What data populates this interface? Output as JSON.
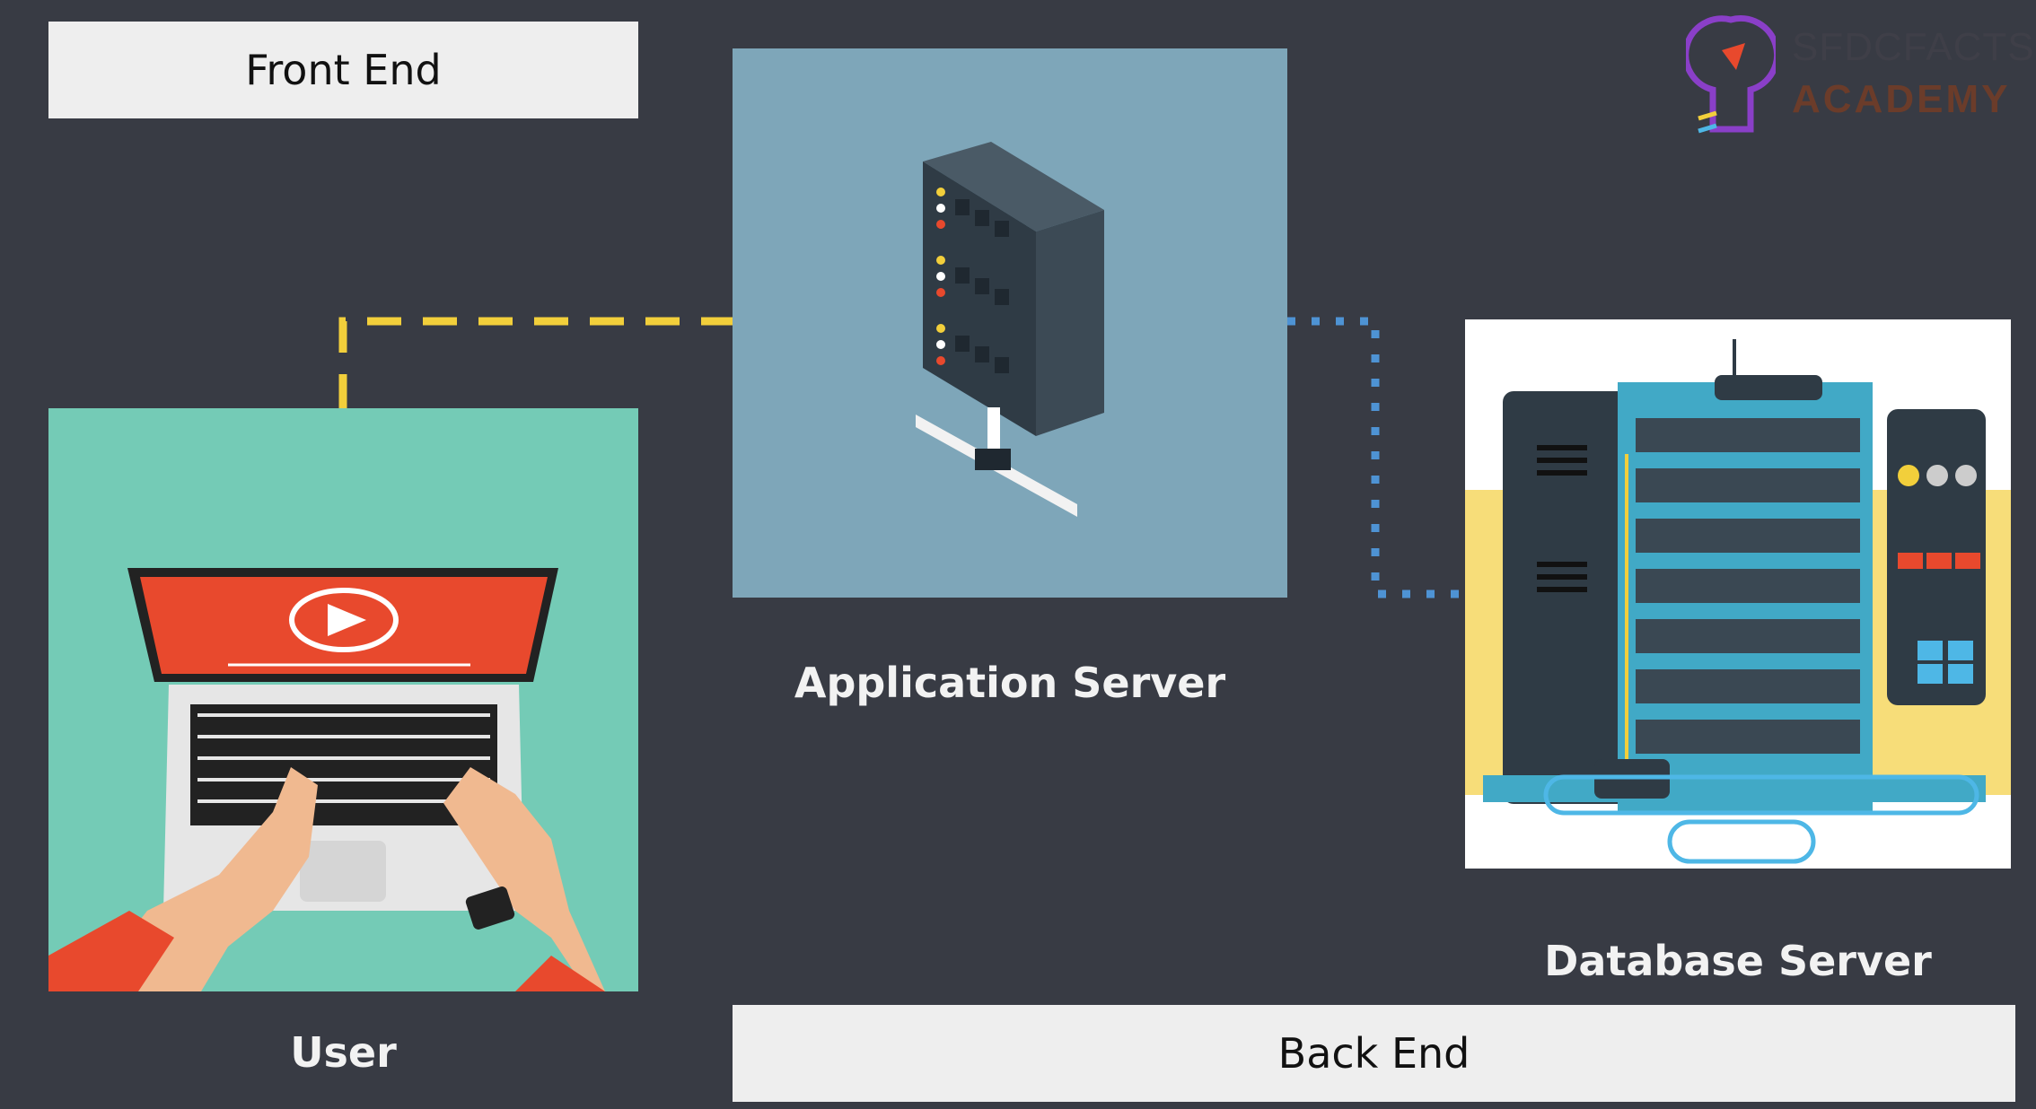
{
  "labels": {
    "front_end": "Front End",
    "back_end": "Back End",
    "application_server": "Application Server",
    "database_server": "Database Server",
    "user": "User"
  },
  "logo": {
    "line1": "SFDCFACTS",
    "line2": "ACADEMY"
  },
  "colors": {
    "background": "#383b44",
    "label_box": "#eeeeee",
    "user_panel": "#74cbb6",
    "app_panel": "#7ea6b9",
    "db_panel": "#ffffff",
    "connector_front": "#f2cf3b",
    "connector_back": "#4e93d4",
    "video_red": "#e8492d"
  },
  "icons": [
    "laptop-icon",
    "play-icon",
    "server-rack-icon",
    "database-rack-icon",
    "logo-icon"
  ]
}
